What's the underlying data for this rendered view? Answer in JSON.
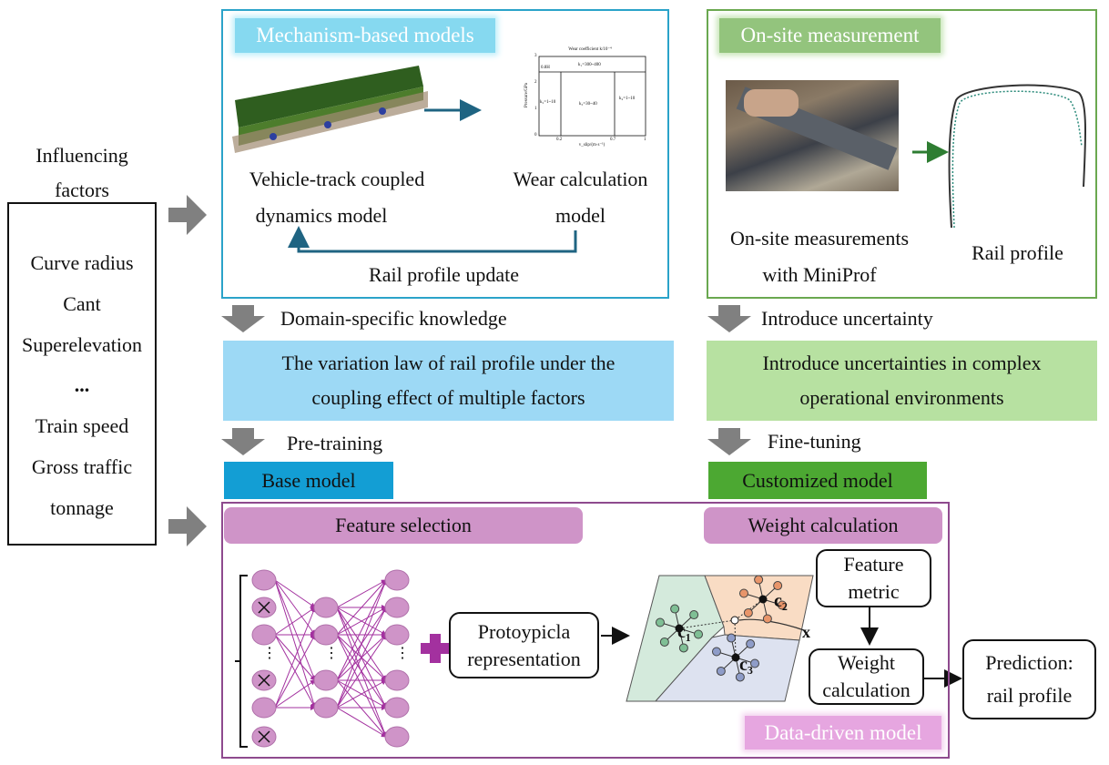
{
  "influencing": {
    "title_lines": [
      "Influencing",
      "factors"
    ],
    "factors": [
      "Curve radius",
      "Cant",
      "Superelevation",
      "...",
      "Train speed",
      "Gross traffic",
      "tonnage"
    ]
  },
  "mechanism": {
    "header": "Mechanism-based models",
    "dynamics_lines": [
      "Vehicle-track coupled",
      "dynamics model"
    ],
    "wear_lines": [
      "Wear calculation",
      "model"
    ],
    "update_label": "Rail profile update",
    "wear_chart": {
      "title": "Wear coefficient k/10⁻⁴",
      "ylabel": "Pressure/GPa",
      "xlabel": "v_slip/(m·s⁻¹)",
      "xticks": [
        "0.2",
        "0.7",
        "1"
      ],
      "yticks": [
        "0",
        "1",
        "2",
        "3"
      ],
      "region_labels": [
        "0.8H",
        "k₁=300~400",
        "k₂=1~10",
        "k₃=30~40",
        "k₄=1~10"
      ]
    }
  },
  "onsite": {
    "header": "On-site measurement",
    "measure_lines": [
      "On-site measurements",
      "with MiniProf"
    ],
    "profile_label": "Rail profile"
  },
  "flow": {
    "left_arrow1": "Domain-specific knowledge",
    "right_arrow1": "Introduce uncertainty",
    "left_box_lines": [
      "The variation law of rail profile under the",
      "coupling effect of multiple factors"
    ],
    "right_box_lines": [
      "Introduce uncertainties in complex",
      "operational environments"
    ],
    "left_arrow2": "Pre-training",
    "right_arrow2": "Fine-tuning",
    "base_model": "Base model",
    "custom_model": "Customized model"
  },
  "datadriven": {
    "feature_selection": "Feature selection",
    "weight_calc_header": "Weight calculation",
    "proto_lines": [
      "Protoypicla",
      "representation"
    ],
    "feature_metric_lines": [
      "Feature",
      "metric"
    ],
    "weight_calc_lines": [
      "Weight",
      "calculation"
    ],
    "prediction_lines": [
      "Prediction:",
      "rail profile"
    ],
    "voronoi_labels": [
      "c₁",
      "c₂",
      "c₃",
      "x"
    ],
    "footer": "Data-driven model"
  },
  "colors": {
    "mechanism_border": "#2aa3c9",
    "mechanism_header": "#86d9f0",
    "onsite_border": "#6aa84f",
    "onsite_header": "#93c47d",
    "law_box": "#9dd9f5",
    "uncert_box": "#b7e1a1",
    "base_model": "#139ed4",
    "custom_model": "#4ca832",
    "datadriven_border": "#8e4a8e",
    "pink_header": "#cf94c8",
    "arrow_gray": "#808080"
  }
}
